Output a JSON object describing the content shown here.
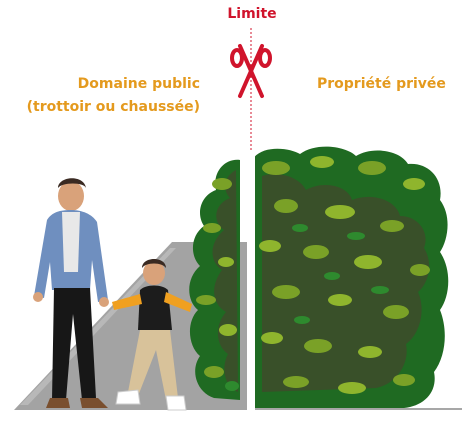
{
  "labels": {
    "limit": "Limite",
    "public_line1": "Domaine public",
    "public_line2": "(trottoir ou chaussée)",
    "private": "Propriété privée"
  },
  "colors": {
    "limit_text": "#d0142c",
    "side_labels": "#e49a1e",
    "scissors": "#d0142c",
    "sidewalk": "#a2a2a2",
    "hedge_light": "#7aa127",
    "hedge_dark": "#1f6a22",
    "hedge_shadow": "#4e3a30"
  },
  "icons": {
    "scissors": "scissors-icon"
  }
}
